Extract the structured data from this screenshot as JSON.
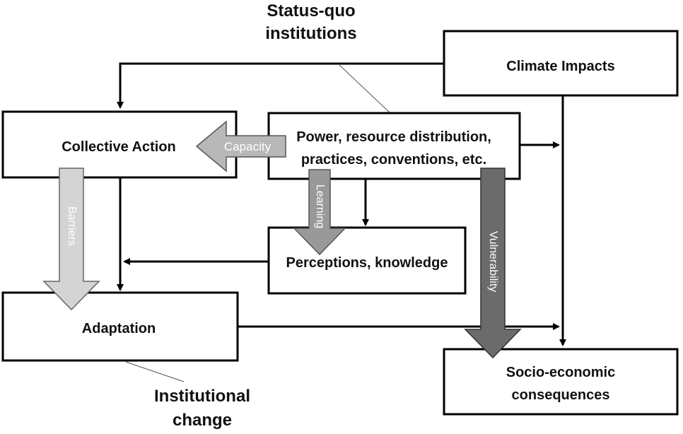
{
  "diagram": {
    "boxes": {
      "climate_impacts": "Climate Impacts",
      "collective_action": "Collective Action",
      "power_line1": "Power, resource distribution,",
      "power_line2": "practices, conventions, etc.",
      "perceptions": "Perceptions, knowledge",
      "adaptation": "Adaptation",
      "socio_line1": "Socio-economic",
      "socio_line2": "consequences"
    },
    "annotations": {
      "status_quo_line1": "Status-quo",
      "status_quo_line2": "institutions",
      "institutional_line1": "Institutional",
      "institutional_line2": "change"
    },
    "arrow_labels": {
      "capacity": "Capacity",
      "learning": "Learning",
      "barriers": "Barriers",
      "vulnerability": "Vulnerability"
    },
    "colors": {
      "box_border": "#000000",
      "light_arrow": "#c8c8c8",
      "mid_arrow": "#999999",
      "dark_arrow": "#6b6b6b",
      "thin_arrow": "#000000"
    }
  }
}
